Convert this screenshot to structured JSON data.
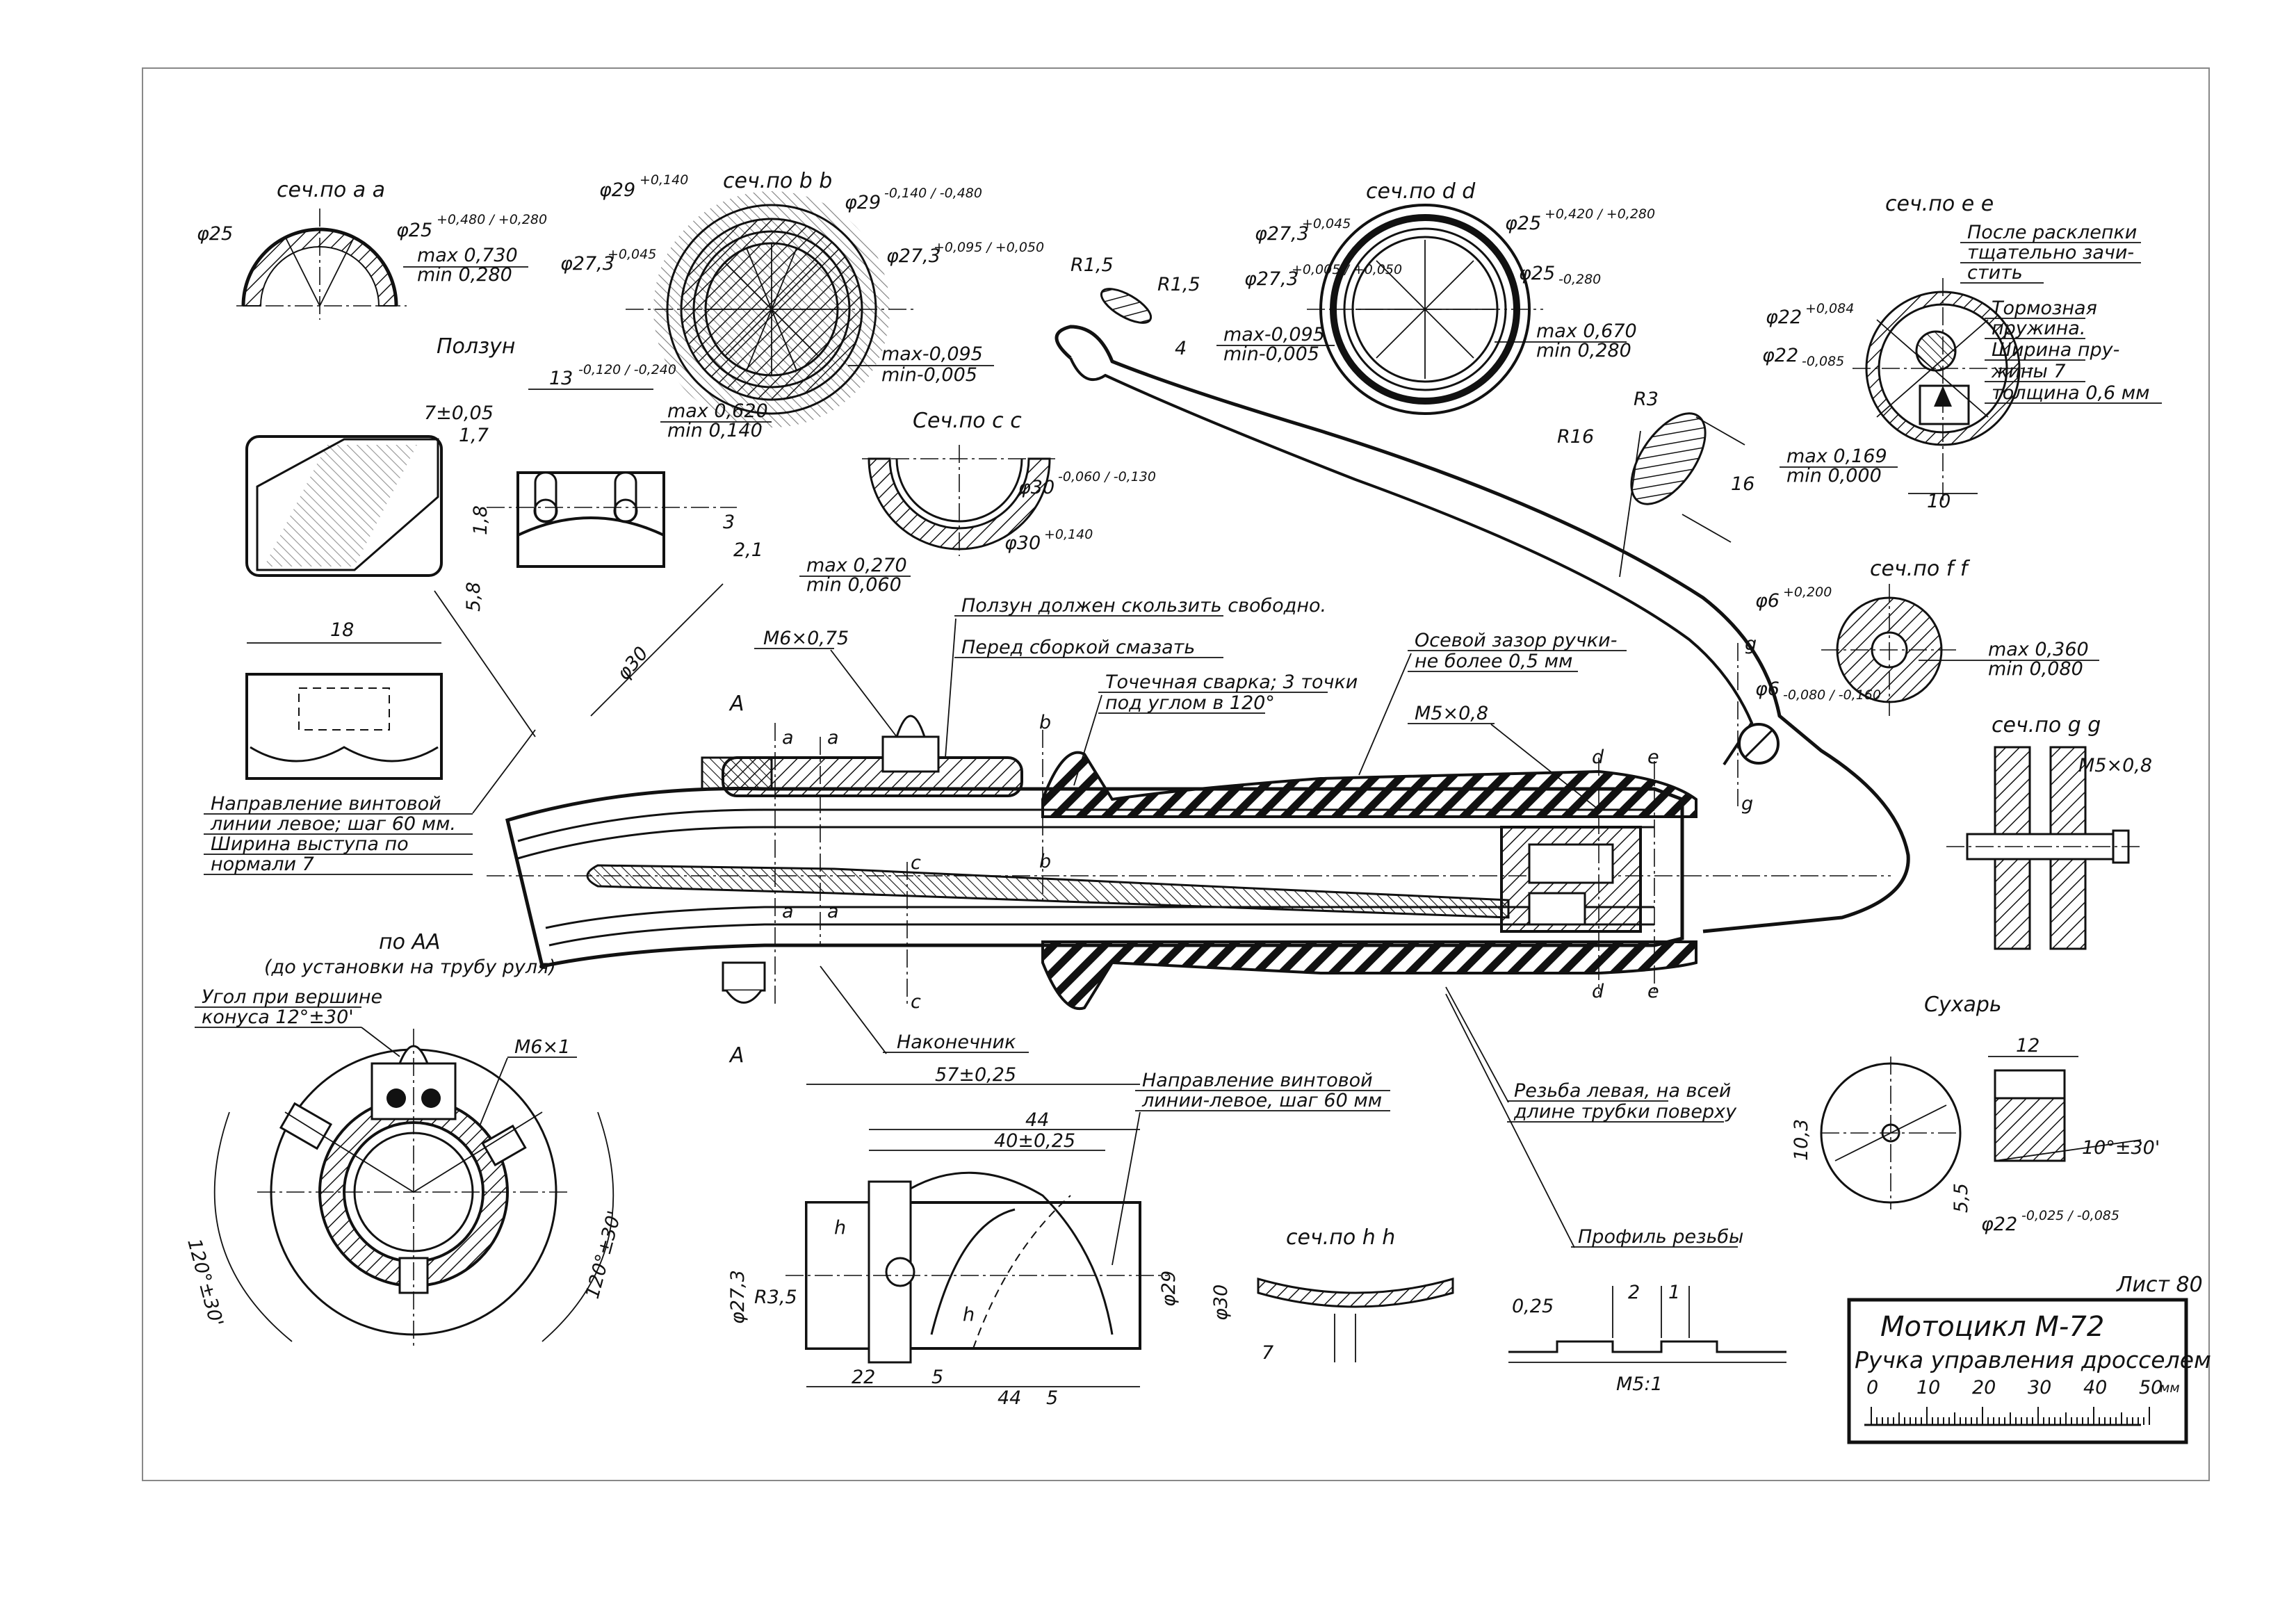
{
  "sheet": "Лист 80",
  "title_block": {
    "line1": "Мотоцикл    М-72",
    "line2": "Ручка управления дросселем",
    "scale_ticks": [
      "0",
      "10",
      "20",
      "30",
      "40",
      "50"
    ],
    "scale_unit": "мм"
  },
  "sections": {
    "aa": "сеч.по а а",
    "bb": "сеч.по b b",
    "cc": "Сеч.по с с",
    "dd": "сеч.по d d",
    "ee": "сеч.по е е",
    "ff": "сеч.по f f",
    "gg": "сеч.по g g",
    "hh": "сеч.по h h"
  },
  "view_AA": "по АА",
  "view_AA_note": "(до установки на трубу руля)",
  "polzun": "Ползун",
  "sukhar": "Сухарь",
  "nakonechnik": "Наконечник",
  "notes": {
    "slide": "Ползун должен скользить свободно.",
    "grease": "Перед сборкой смазать",
    "weld": "Точечная сварка; 3 точки",
    "weld2": "под углом в 120°",
    "axial": "Осевой зазор ручки-",
    "axial2": "не более 0,5 мм",
    "thread": "Резьба левая, на всей",
    "thread2": "длине трубки поверху",
    "profile": "Профиль резьбы",
    "helix": "Направление винтовой",
    "helix2": "линии левое; шаг 60 мм.",
    "rib": "Ширина выступа по",
    "rib2": "нормали 7",
    "helix_tip": "Направление винтовой",
    "helix_tip2": "линии-левое, шаг 60 мм",
    "cone": "Угол при вершине",
    "cone2": "конуса  12°±30'",
    "rivet": "После расклепки",
    "rivet2": "тщательно зачи-",
    "rivet3": "стить",
    "spring": "Тормозная",
    "spring2": "пружина.",
    "spring3": "Ширина пру-",
    "spring4": "жины 7",
    "spring5": "толщина 0,6 мм"
  },
  "dims": {
    "m6_075": "М6×0,75",
    "m5_08": "М5×0,8",
    "m5_08_gg": "М5×0,8",
    "m6_1": "М6×1",
    "d25": "φ25",
    "d25_tol": "+0,480 / +0,280",
    "d25_small": "φ25",
    "max073": "max 0,730",
    "min028": "min 0,280",
    "d29": "φ29",
    "d29_tol": "+0,140",
    "d29b": "φ29",
    "d29b_tol": "-0,140 / -0,480",
    "d273": "φ27,3",
    "d273_tol": "+0,045",
    "d273b": "φ27,3",
    "d273b_tol": "+0,095 / +0,050",
    "max0095": "max-0,095",
    "min0005": "min-0,005",
    "max062": "max 0,620",
    "min014": "min 0,140",
    "d273c": "φ27,3",
    "d273c_tol": "+0,045",
    "d25c": "φ25",
    "d25c_tol": "+0,420 / +0,280",
    "d273d": "φ27,3",
    "d273d_tol": "+0,005 / +0,050",
    "d25d": "φ25",
    "d25d_tol": "-0,280",
    "max0095b": "max-0,095",
    "min0005b": "min-0,005",
    "max067": "max 0,670",
    "min028b": "min 0,280",
    "r15a": "R1,5",
    "r15b": "R1,5",
    "dim4": "4",
    "r3": "R3",
    "r16": "R16",
    "dim16": "16",
    "d22": "φ22",
    "d22_tol": "+0,084",
    "d22b": "φ22",
    "d22b_tol": "-0,085",
    "max0169": "max 0,169",
    "min0000": "min 0,000",
    "dim10": "10",
    "d30": "φ30",
    "d30_tol": "-0,060 / -0,130",
    "d30b": "φ30",
    "d30b_tol": "+0,140",
    "max027": "max 0,270",
    "min006": "min 0,060",
    "d6": "φ6",
    "d6_tol": "+0,200",
    "d6b": "φ6",
    "d6b_tol": "-0,080 / -0,160",
    "max036": "max 0,360",
    "min008": "min 0,080",
    "dim13": "13",
    "dim13_tol": "-0,120 / -0,240",
    "dim7": "7±0,05",
    "dim17": "1,7",
    "dim18v": "1,8",
    "dim58": "5,8",
    "dim3": "3",
    "dim21": "2,1",
    "d30c": "φ30",
    "dim18": "18",
    "dim57": "57±0,25",
    "dim44a": "44",
    "dim40": "40±0,25",
    "dim22": "22",
    "dim5a": "5",
    "dim44b": "44",
    "dim5b": "5",
    "r35": "R3,5",
    "d273e": "φ27,3",
    "d29c": "φ29",
    "d30e": "φ30",
    "dim7b": "7",
    "dim025": "0,25",
    "dim2": "2",
    "dim1": "1",
    "m51": "М5:1",
    "dim12": "12",
    "dim103": "10,3",
    "dim55": "5,5",
    "angle10": "10°±30'",
    "d22c": "φ22",
    "d22c_tol": "-0,025 / -0,085",
    "angle120a": "120°±30'",
    "angle120b": "120°±30'"
  },
  "markers": {
    "A": "А",
    "a": "а",
    "b": "b",
    "c": "с",
    "d": "d",
    "e": "е",
    "g": "g",
    "h": "h"
  }
}
